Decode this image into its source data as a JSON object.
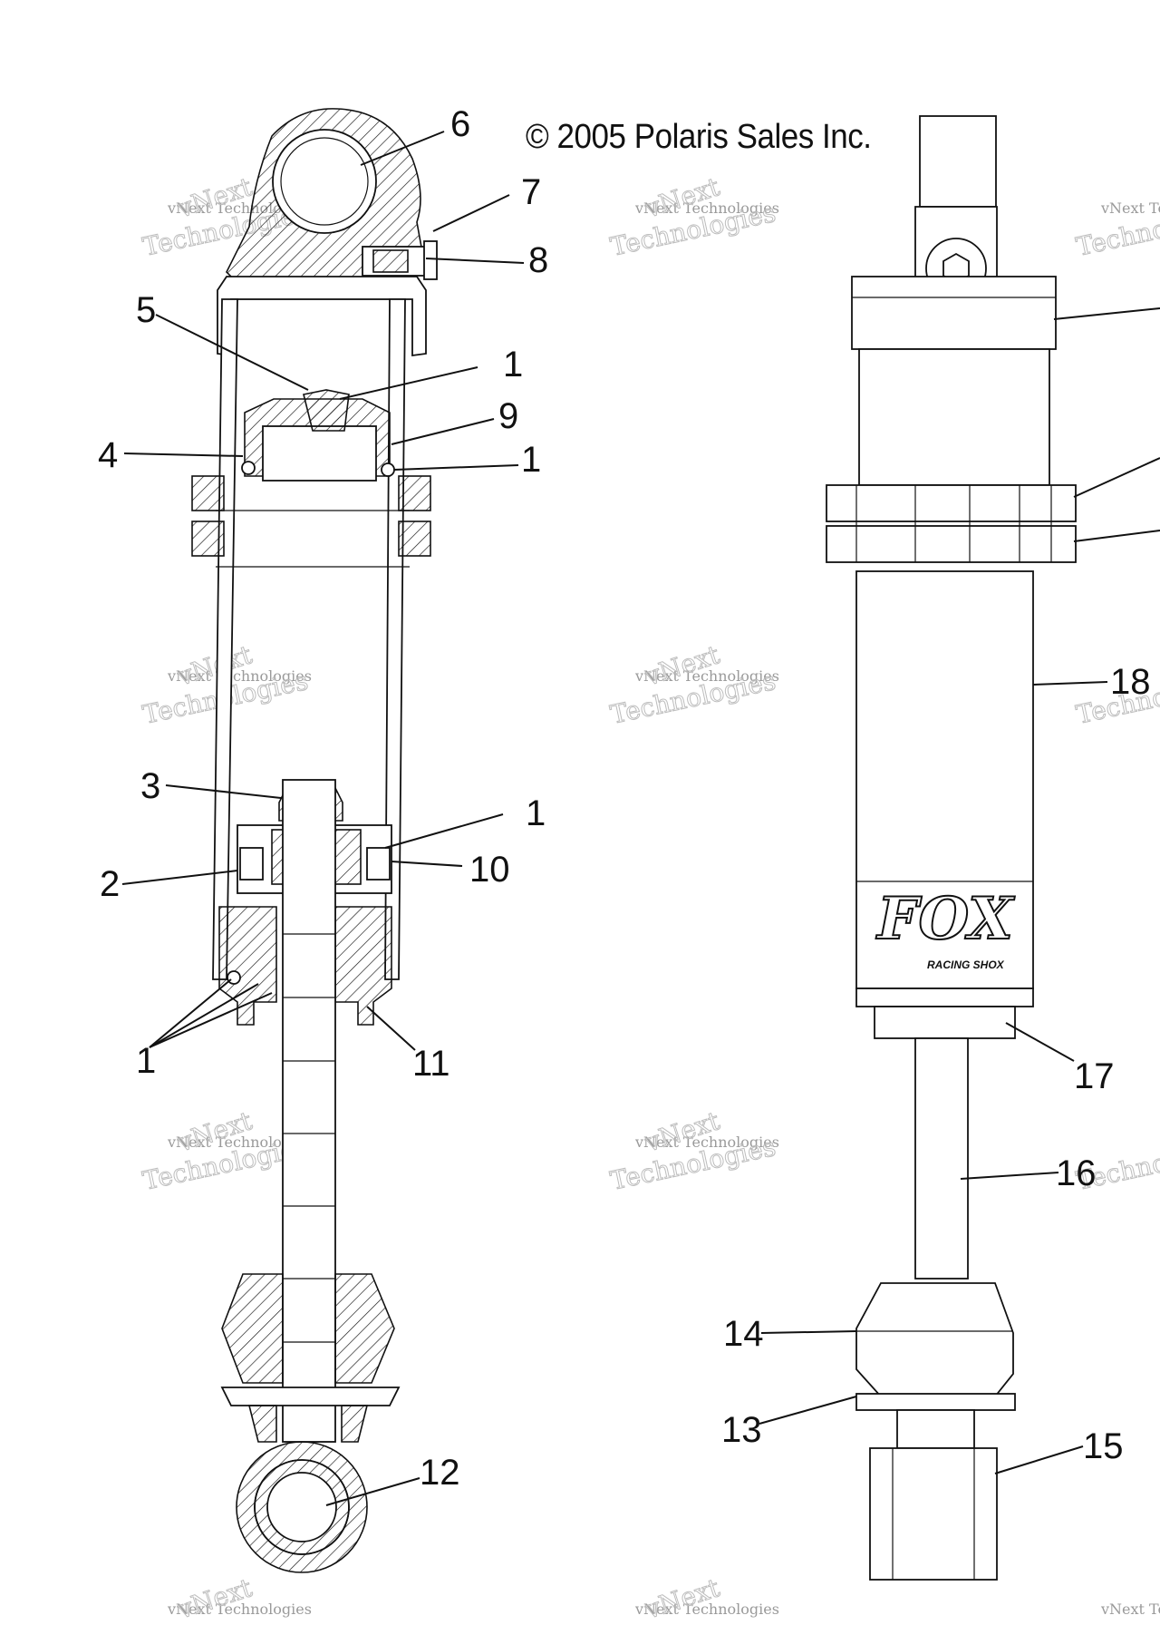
{
  "copyright": "© 2005 Polaris Sales Inc.",
  "watermark": {
    "line1": "vNext Technologies",
    "line2": "Technologies",
    "line3": "vNext"
  },
  "brand_logo": {
    "name": "FOX",
    "tagline": "RACING SHOX"
  },
  "callouts": {
    "c6": "6",
    "c7": "7",
    "c8": "8",
    "c5": "5",
    "c1a": "1",
    "c9": "9",
    "c4": "4",
    "c1b": "1",
    "c3": "3",
    "c1c": "1",
    "c2": "2",
    "c10": "10",
    "c1d": "1",
    "c11": "11",
    "c12": "12",
    "c18": "18",
    "c17": "17",
    "c16": "16",
    "c14": "14",
    "c13": "13",
    "c15": "15"
  },
  "colors": {
    "line": "#111111",
    "watermark": "#9a9a9a",
    "background": "#ffffff"
  }
}
